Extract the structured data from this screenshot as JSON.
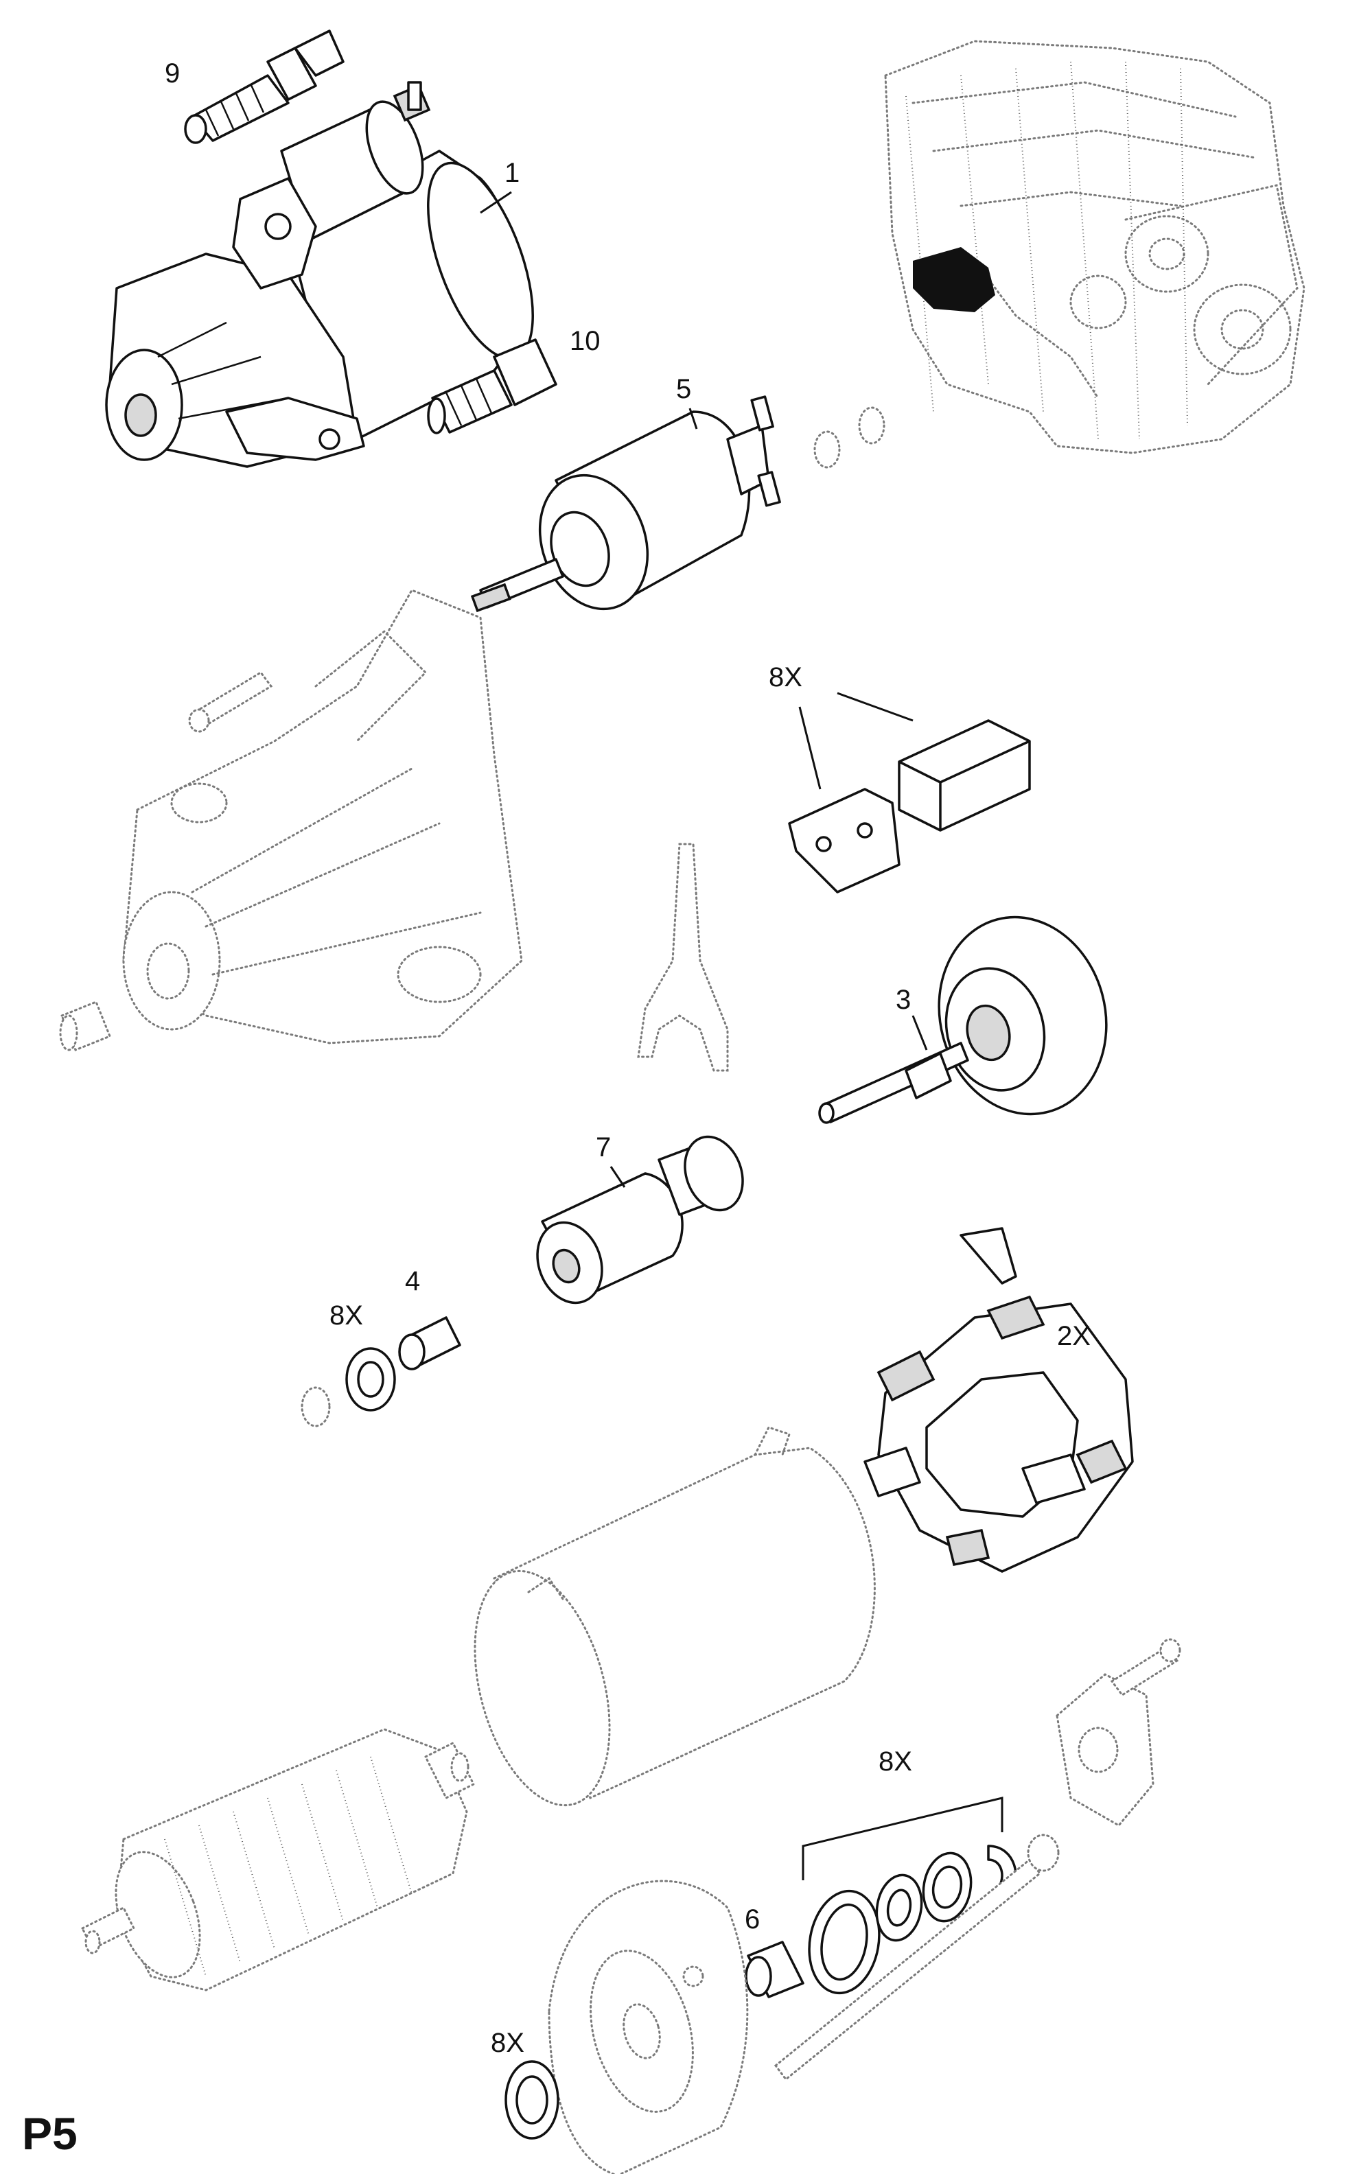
{
  "page_label": "P5",
  "callouts": {
    "part_1": "1",
    "part_2": "2X",
    "part_3": "3",
    "part_4": "4",
    "part_5": "5",
    "part_6": "6",
    "part_7": "7",
    "part_8_terminals": "8X",
    "part_8_bushing": "8X",
    "part_8_washers": "8X",
    "part_8_seal": "8X",
    "part_9": "9",
    "part_10": "10"
  }
}
